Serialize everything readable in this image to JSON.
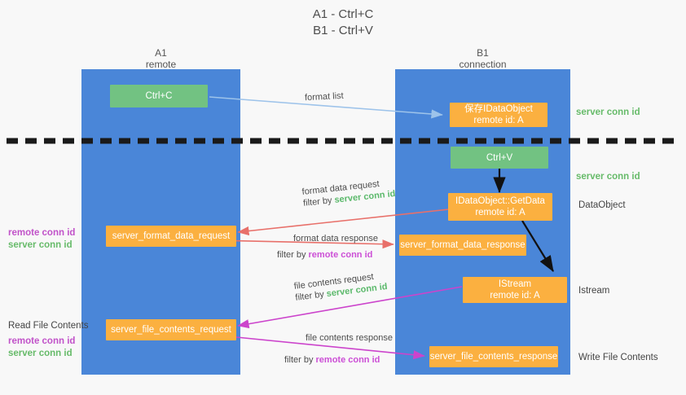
{
  "title": {
    "line1": "A1 - Ctrl+C",
    "line2": "B1 - Ctrl+V"
  },
  "columns": [
    {
      "name": "A1",
      "sub": "remote"
    },
    {
      "name": "B1",
      "sub": "connection"
    }
  ],
  "boxes": {
    "ctrl_c": "Ctrl+C",
    "ctrl_v": "Ctrl+V",
    "save_idataobject_l1": "保存IDataObject",
    "save_idataobject_l2": "remote id: A",
    "getdata_l1": "IDataObject::GetData",
    "getdata_l2": "remote id: A",
    "istream_l1": "IStream",
    "istream_l2": "remote id: A",
    "server_format_data_request": "server_format_data_request",
    "server_format_data_response": "server_format_data_response",
    "server_file_contents_request": "server_file_contents_request",
    "server_file_contents_response": "server_file_contents_response"
  },
  "right_notes": {
    "server_conn_id_1": "server conn id",
    "server_conn_id_2": "server conn id",
    "dataobject": "DataObject",
    "istream": "Istream",
    "write_file_contents": "Write File Contents"
  },
  "left_notes": {
    "remote_conn_id_1": "remote conn id",
    "server_conn_id_1": "server conn id",
    "read_file_contents": "Read File Contents",
    "remote_conn_id_2": "remote conn id",
    "server_conn_id_2": "server conn id"
  },
  "edges": {
    "format_list": "format list",
    "format_data_request": "format data request",
    "format_data_request_filter_prefix": "filter by ",
    "format_data_request_filter_value": "server conn id",
    "format_data_response": "format data response",
    "format_data_response_filter_prefix": "filter by ",
    "format_data_response_filter_value": "remote conn id",
    "file_contents_request": "file contents request",
    "file_contents_request_filter_prefix": "filter by ",
    "file_contents_request_filter_value": "server conn id",
    "file_contents_response": "file contents response",
    "file_contents_response_filter_prefix": "filter by ",
    "file_contents_response_filter_value": "remote conn id"
  },
  "colors": {
    "lane": "#4a86d8",
    "green_box": "#72c282",
    "orange_box": "#fbb040",
    "server_conn_id": "#67bb6a",
    "remote_conn_id": "#c152c9",
    "arrow_blue": "#9dc3ea",
    "arrow_red": "#e8706a",
    "arrow_magenta": "#cc44cc",
    "arrow_black": "#111111",
    "divider": "#1a1a1a"
  }
}
